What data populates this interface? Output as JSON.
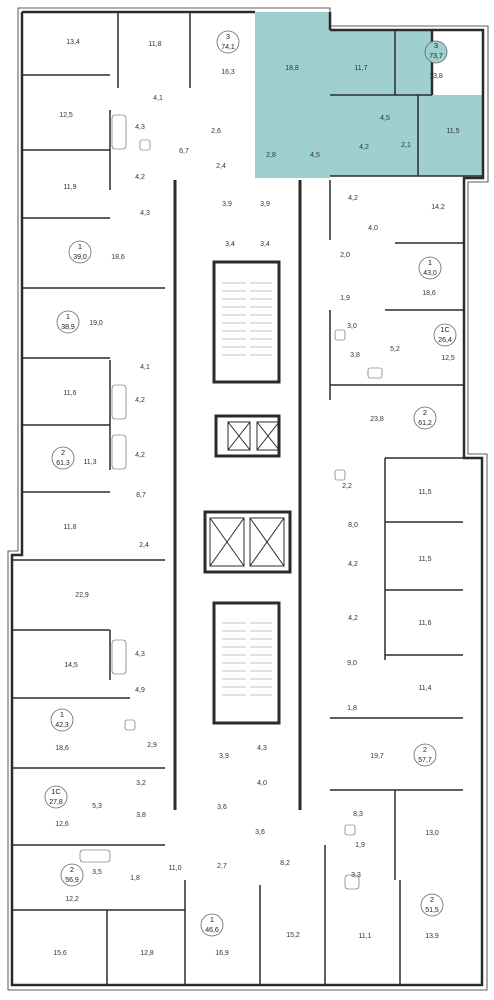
{
  "selected_apartment": {
    "rooms": "3",
    "area": "73,7",
    "highlight_color": "#9fcfcf",
    "rooms_label": [
      "18,8",
      "11,7",
      "13,8",
      "11,5",
      "4,5",
      "4,5",
      "4,2",
      "2,1",
      "2,8"
    ]
  },
  "colors": {
    "wall": "#2b2b2b",
    "highlight": "#9fcfcf",
    "badge": "#ffffff"
  },
  "apartments": [
    {
      "id": "a1",
      "rooms": "3",
      "area": "74,1"
    },
    {
      "id": "a2",
      "rooms": "3",
      "area": "73,7"
    },
    {
      "id": "a3",
      "rooms": "1",
      "area": "39,0"
    },
    {
      "id": "a4",
      "rooms": "1",
      "area": "43,0"
    },
    {
      "id": "a5",
      "rooms": "1",
      "area": "38,9"
    },
    {
      "id": "a6",
      "rooms": "1С",
      "area": "26,4"
    },
    {
      "id": "a7",
      "rooms": "2",
      "area": "61,3"
    },
    {
      "id": "a8",
      "rooms": "2",
      "area": "61,2"
    },
    {
      "id": "a9",
      "rooms": "1",
      "area": "42,3"
    },
    {
      "id": "a10",
      "rooms": "2",
      "area": "57,7"
    },
    {
      "id": "a11",
      "rooms": "1С",
      "area": "27,8"
    },
    {
      "id": "a12",
      "rooms": "2",
      "area": "56,9"
    },
    {
      "id": "a13",
      "rooms": "1",
      "area": "46,6"
    },
    {
      "id": "a14",
      "rooms": "2",
      "area": "51,5"
    }
  ],
  "room_labels": [
    "13,4",
    "11,8",
    "16,3",
    "18,8",
    "11,7",
    "13,8",
    "4,1",
    "12,5",
    "4,3",
    "2,6",
    "4,5",
    "11,5",
    "6,7",
    "2,8",
    "4,5",
    "4,2",
    "2,1",
    "2,4",
    "4,2",
    "11,9",
    "4,3",
    "3,9",
    "3,9",
    "4,2",
    "14,2",
    "4,0",
    "18,6",
    "3,4",
    "3,4",
    "2,0",
    "18,6",
    "1,9",
    "19,0",
    "3,0",
    "5,2",
    "12,5",
    "4,1",
    "3,8",
    "11,6",
    "4,2",
    "23,8",
    "4,2",
    "11,3",
    "2,2",
    "8,7",
    "11,5",
    "11,8",
    "8,0",
    "2,4",
    "4,2",
    "11,5",
    "22,9",
    "4,2",
    "11,6",
    "14,5",
    "4,3",
    "9,0",
    "4,9",
    "11,4",
    "1,8",
    "18,6",
    "2,9",
    "4,3",
    "3,9",
    "19,7",
    "3,2",
    "4,0",
    "5,3",
    "3,8",
    "8,3",
    "12,6",
    "3,6",
    "3,6",
    "13,0",
    "1,9",
    "3,5",
    "1,8",
    "11,0",
    "2,7",
    "8,2",
    "3,3",
    "12,2",
    "15,6",
    "12,8",
    "16,9",
    "15,2",
    "11,1",
    "13,9"
  ]
}
